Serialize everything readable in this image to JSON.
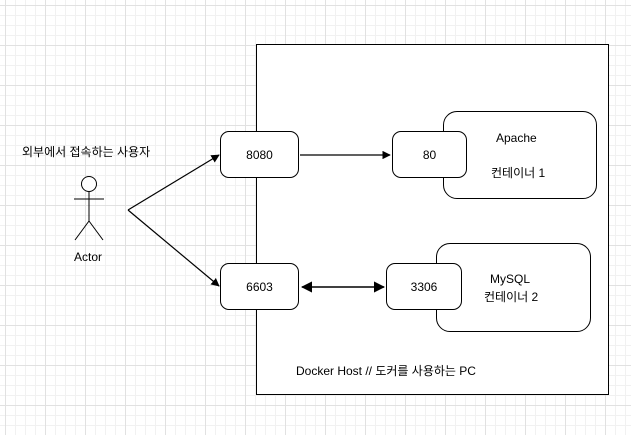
{
  "host": {
    "label": "Docker Host // 도커를 사용하는 PC"
  },
  "external_user": {
    "caption": "외부에서 접속하는 사용자",
    "actor_label": "Actor"
  },
  "ports": {
    "apache_host_port": "8080",
    "mysql_host_port": "6603",
    "apache_container_port": "80",
    "mysql_container_port": "3306"
  },
  "containers": [
    {
      "name": "Apache",
      "label": "컨테이너 1"
    },
    {
      "name": "MySQL",
      "label": "컨테이너 2"
    }
  ]
}
